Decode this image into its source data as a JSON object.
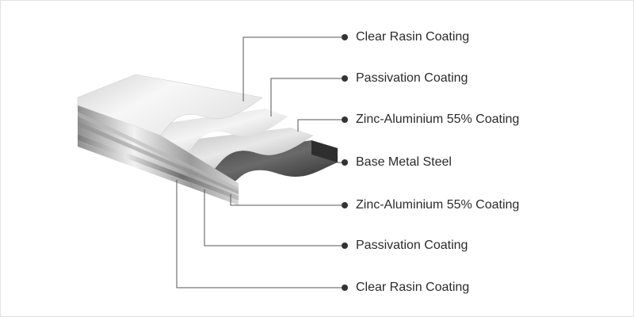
{
  "layers": [
    {
      "label": "Clear Rasin Coating"
    },
    {
      "label": "Passivation Coating"
    },
    {
      "label": "Zinc-Aluminium 55% Coating"
    },
    {
      "label": "Base Metal Steel"
    },
    {
      "label": "Zinc-Aluminium 55% Coating"
    },
    {
      "label": "Passivation Coating"
    },
    {
      "label": "Clear Rasin Coating"
    }
  ],
  "colors": {
    "leader_line": "#555555",
    "bullet": "#333333",
    "label_text": "#2b2b2b",
    "border": "#e2e2e2"
  }
}
